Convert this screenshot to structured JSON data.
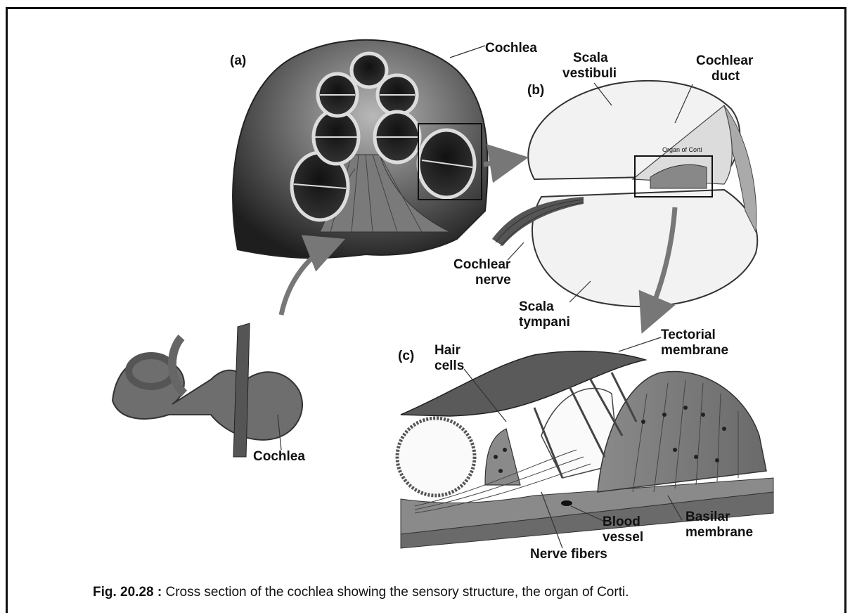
{
  "panels": {
    "a": "(a)",
    "b": "(b)",
    "c": "(c)"
  },
  "labels": {
    "cochlea_top": "Cochlea",
    "scala_vestibuli_1": "Scala",
    "scala_vestibuli_2": "vestibuli",
    "cochlear_duct_1": "Cochlear",
    "cochlear_duct_2": "duct",
    "organ_of_corti_small": "Organ of Corti",
    "cochlear_nerve_1": "Cochlear",
    "cochlear_nerve_2": "nerve",
    "scala_tympani_1": "Scala",
    "scala_tympani_2": "tympani",
    "tectorial_1": "Tectorial",
    "tectorial_2": "membrane",
    "hair_cells_1": "Hair",
    "hair_cells_2": "cells",
    "cochlea_bottom": "Cochlea",
    "blood_vessel_1": "Blood",
    "blood_vessel_2": "vessel",
    "basilar_1": "Basilar",
    "basilar_2": "membrane",
    "nerve_fibers": "Nerve fibers"
  },
  "caption": {
    "prefix": "Fig. 20.28 :",
    "text": " Cross section of the cochlea showing the sensory structure, the organ of Corti."
  }
}
